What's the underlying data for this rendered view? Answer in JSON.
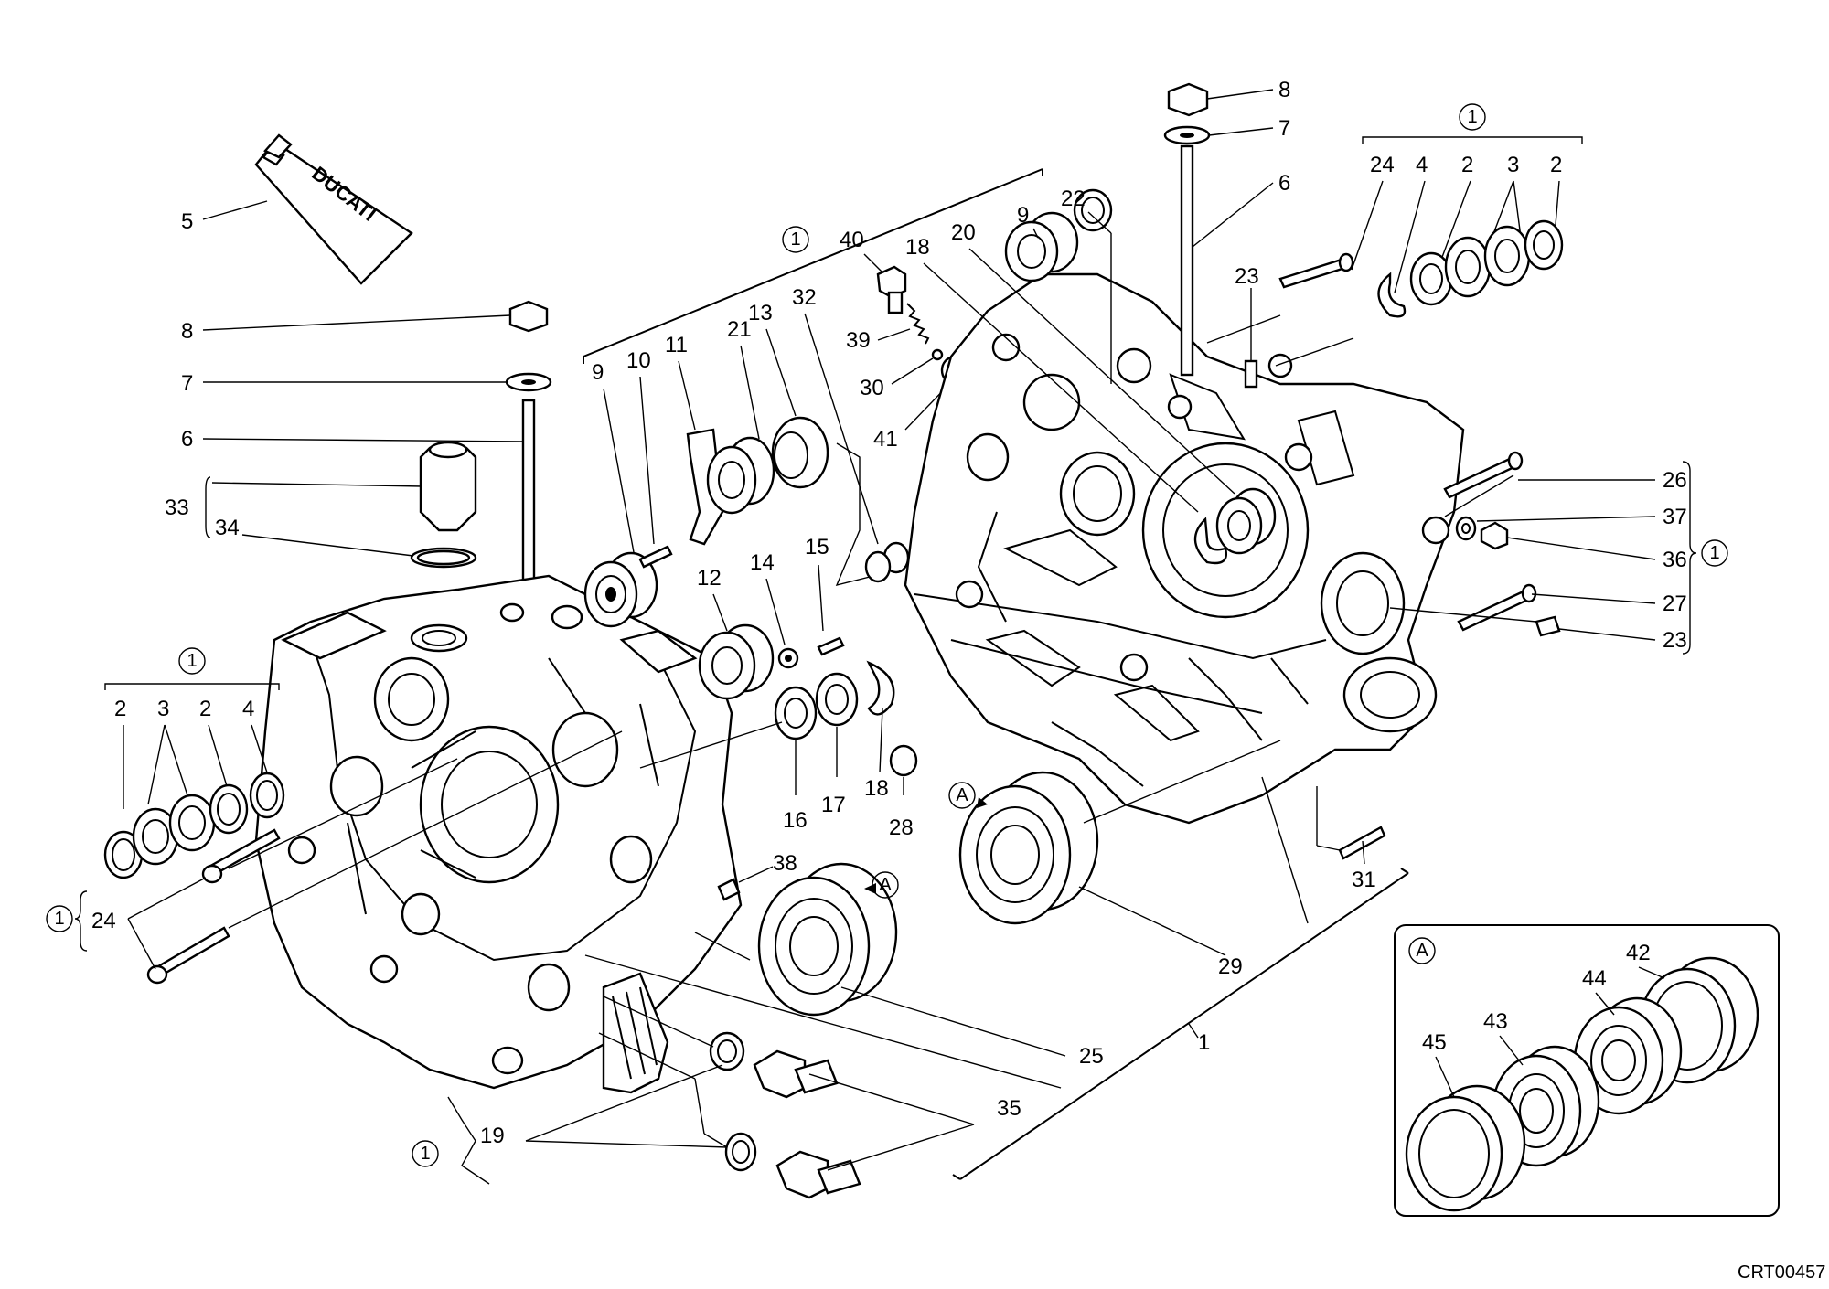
{
  "brand_text": "DUCATI",
  "drawing_code": "CRT00457",
  "detail_letter": "A",
  "group_mark": "1",
  "labels": {
    "l5": "5",
    "l8a": "8",
    "l7a": "7",
    "l6a": "6",
    "l33": "33",
    "l34": "34",
    "l1g_left": "1",
    "l2a": "2",
    "l3a": "3",
    "l2b": "2",
    "l4a": "4",
    "l24a": "24",
    "l1_24": "1",
    "l9a": "9",
    "l10": "10",
    "l11": "11",
    "l21": "21",
    "l13": "13",
    "l32": "32",
    "l12": "12",
    "l14": "14",
    "l15": "15",
    "l16": "16",
    "l17": "17",
    "l18a": "18",
    "l28": "28",
    "l38": "38",
    "l25": "25",
    "l19": "19",
    "l1_19": "1",
    "l35": "35",
    "l40": "40",
    "l39": "39",
    "l30": "30",
    "l41": "41",
    "l18b": "18",
    "l20": "20",
    "l9b": "9",
    "l22": "22",
    "l8b": "8",
    "l7b": "7",
    "l6b": "6",
    "l23a": "23",
    "l1g_right": "1",
    "l24b": "24",
    "l4b": "4",
    "l2c": "2",
    "l3b": "3",
    "l2d": "2",
    "l26": "26",
    "l37": "37",
    "l36": "36",
    "l1_right": "1",
    "l27": "27",
    "l23b": "23",
    "l31": "31",
    "l29": "29",
    "l1main": "1",
    "lA1": "A",
    "lA2": "A",
    "l42": "42",
    "l44": "44",
    "l43": "43",
    "l45": "45",
    "lA_detail": "A",
    "l1g_mid": "1"
  }
}
